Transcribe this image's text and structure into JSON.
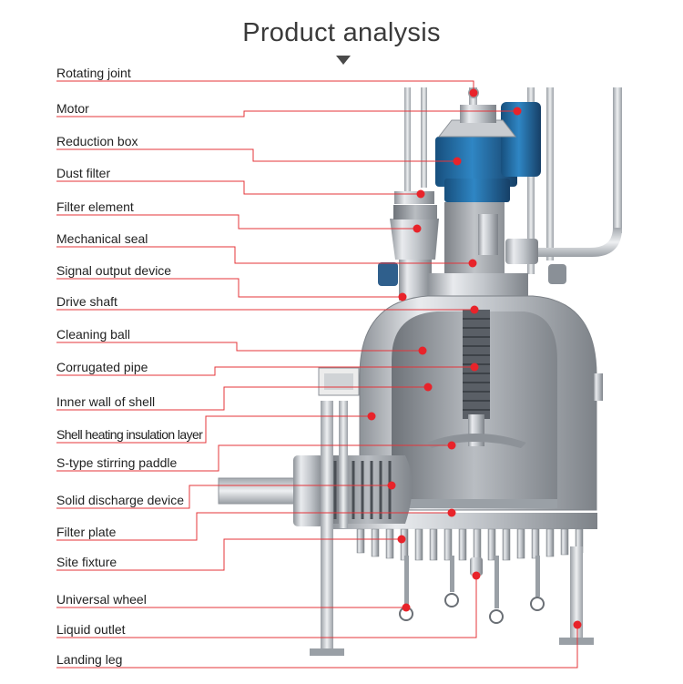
{
  "title": "Product analysis",
  "colors": {
    "leader": "#e4343a",
    "dot": "#e8232a",
    "motor": "#1f6fa8",
    "steel": "#c9ccd0"
  },
  "labels": [
    "Rotating joint",
    "Motor",
    "Reduction box",
    "Dust filter",
    "Filter element",
    "Mechanical seal",
    "Signal output device",
    "Drive shaft",
    "Cleaning ball",
    "Corrugated pipe",
    "Inner wall of shell",
    "Shell heating insulation layer",
    "S-type stirring paddle",
    "Solid discharge device",
    "Filter plate",
    "Site fixture",
    "Universal wheel",
    "Liquid outlet",
    "Landing leg"
  ]
}
